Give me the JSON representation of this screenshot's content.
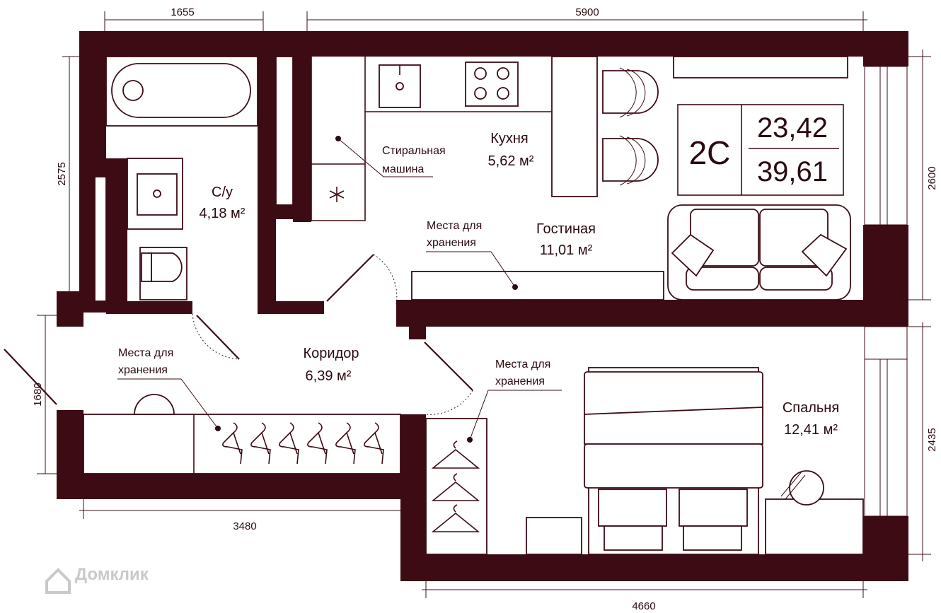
{
  "dimensions": {
    "top_left": "1655",
    "top_right": "5900",
    "left_upper": "2575",
    "left_lower": "1680",
    "right_upper": "2600",
    "right_lower": "2435",
    "bottom_left": "3480",
    "bottom_right": "4660"
  },
  "rooms": {
    "bathroom": {
      "name": "С/у",
      "area": "4,18  м²"
    },
    "kitchen": {
      "name": "Кухня",
      "area": "5,62 м²"
    },
    "living": {
      "name": "Гостиная",
      "area": "11,01 м²"
    },
    "corridor": {
      "name": "Коридор",
      "area": "6,39 м²"
    },
    "bedroom": {
      "name": "Спальня",
      "area": "12,41  м²"
    }
  },
  "labels": {
    "washer_line1": "Стиральная",
    "washer_line2": "машина",
    "storage_living_line1": "Места для",
    "storage_living_line2": "хранения",
    "storage_corridor_line1": "Места для",
    "storage_corridor_line2": "хранения",
    "storage_bedroom_line1": "Места для",
    "storage_bedroom_line2": "хранения"
  },
  "summary": {
    "type": "2С",
    "living_area": "23,42",
    "total_area": "39,61"
  },
  "watermark": "Домклик",
  "colors": {
    "wall": "#3d0b14",
    "watermark": "#c9c9c9"
  }
}
